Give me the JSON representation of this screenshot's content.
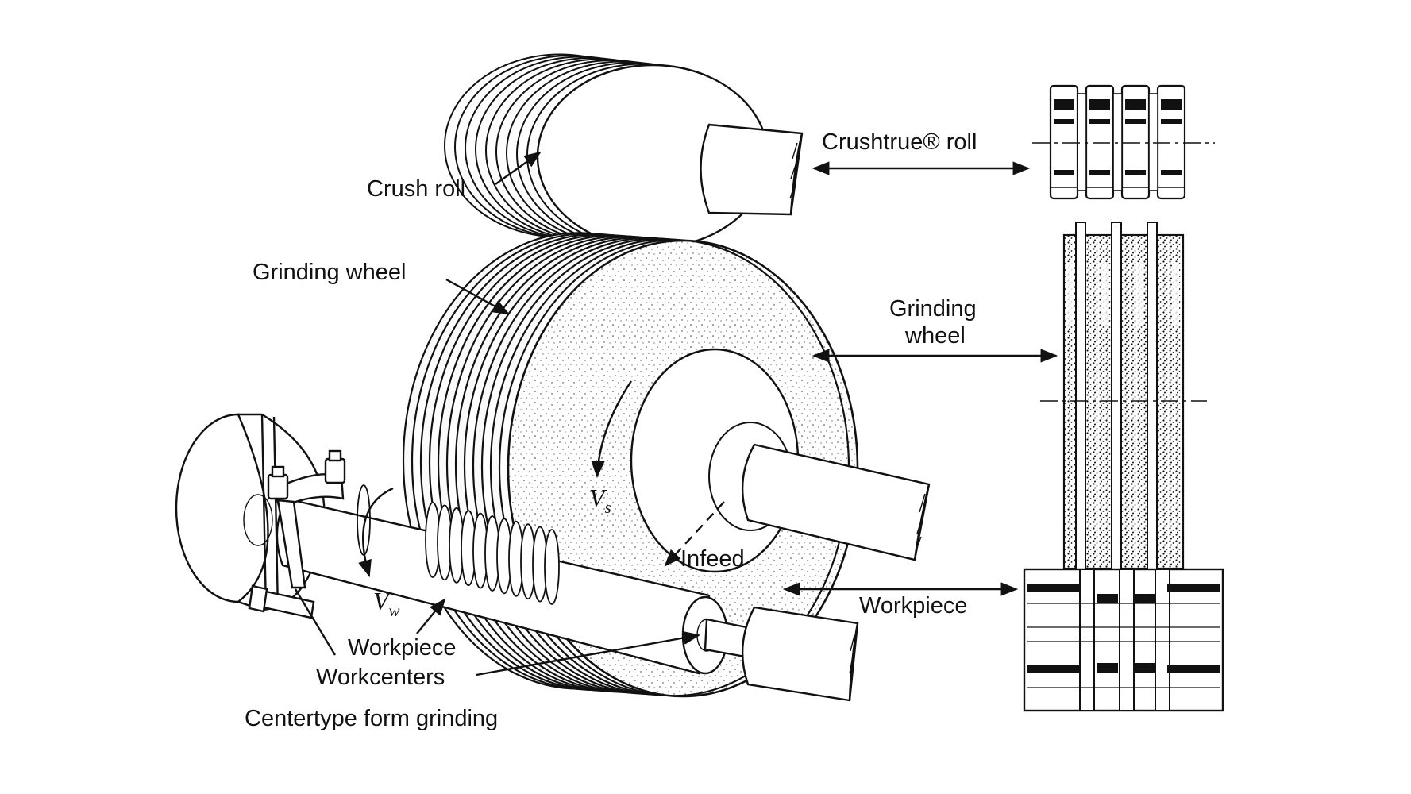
{
  "labels": {
    "crush_roll": "Crush roll",
    "crushtrue_roll": "Crushtrue® roll",
    "grinding_wheel_left": "Grinding wheel",
    "grinding_wheel_right_line1": "Grinding",
    "grinding_wheel_right_line2": "wheel",
    "vs_main": "V",
    "vs_sub": "s",
    "vw_main": "V",
    "vw_sub": "w",
    "infeed": "Infeed",
    "workpiece_right": "Workpiece",
    "workpiece_left": "Workpiece",
    "workcenters": "Workcenters",
    "caption": "Centertype form grinding"
  },
  "colors": {
    "line": "#111111",
    "background": "#ffffff",
    "stipple": "#222222"
  },
  "icons": {
    "arrow": "arrowhead",
    "dog": "lathe-dog-clamp",
    "stipple": "abrasive-grain-texture"
  }
}
